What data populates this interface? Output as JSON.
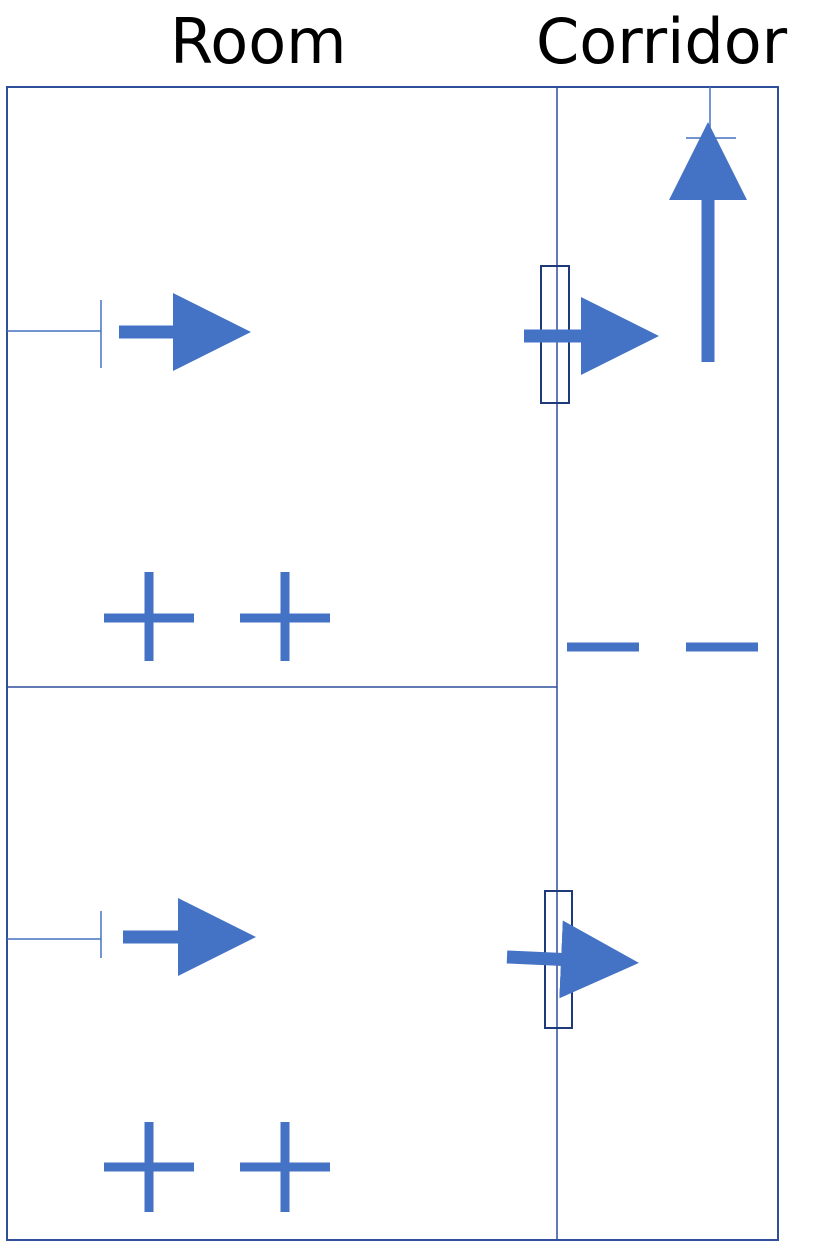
{
  "labels": {
    "room": "Room",
    "corridor": "Corridor"
  },
  "colors": {
    "outline": "#2f4f9a",
    "arrow": "#4472c4",
    "door": "#1f3a7a",
    "text": "#000000",
    "background": "#ffffff"
  },
  "diagram": {
    "regions": [
      "room-upper",
      "room-lower",
      "corridor"
    ],
    "icons": {
      "source": "plus-icon",
      "sink": "minus-icon",
      "flow": "arrow-icon",
      "door": "door-icon",
      "boundary": "boundary-marker-icon"
    }
  }
}
